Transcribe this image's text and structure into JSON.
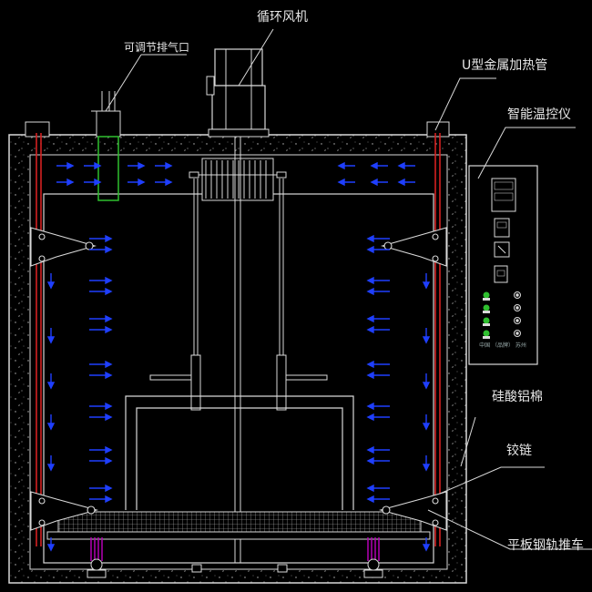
{
  "diagram": {
    "labels": {
      "fan": "循环风机",
      "vent": "可调节排气口",
      "heater": "U型金属加热管",
      "controller": "智能温控仪",
      "insulation": "硅酸铝棉",
      "hinge": "铰链",
      "cart": "平板钢轨推车"
    },
    "panel_footer": "中国 （品牌） 苏州",
    "colors": {
      "background": "#000000",
      "line": "#d9d9d9",
      "airflow": "#1f3fff",
      "heater": "#d42020",
      "vent_frame": "#2fbf2f",
      "cart_wheel": "#b400b4"
    }
  }
}
